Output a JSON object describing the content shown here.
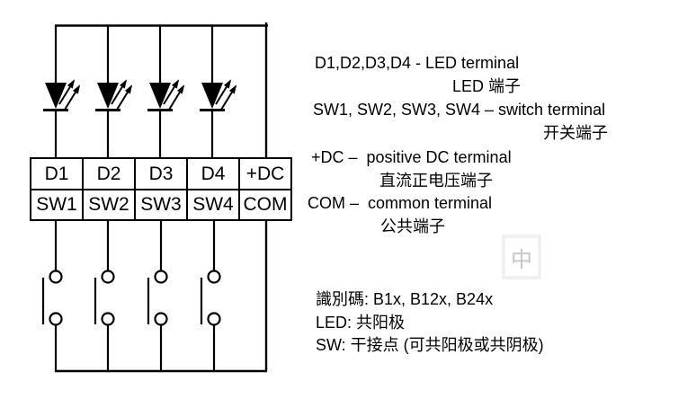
{
  "terminals": {
    "row1": [
      "D1",
      "D2",
      "D3",
      "D4",
      "+DC"
    ],
    "row2": [
      "SW1",
      "SW2",
      "SW3",
      "SW4",
      "COM"
    ]
  },
  "legend": {
    "led_line_en": "D1,D2,D3,D4 - LED terminal",
    "led_line_zh": "LED 端子",
    "sw_line_en": "SW1, SW2, SW3, SW4 – switch terminal",
    "sw_line_zh": "开关端子",
    "dc_line_en": "+DC –  positive DC terminal",
    "dc_line_zh": "直流正电压端子",
    "com_line_en": "COM –  common terminal",
    "com_line_zh": "公共端子"
  },
  "notes": {
    "id_line": "識別碼: B1x, B12x, B24x",
    "led_note": "LED: 共阳极",
    "sw_note": "SW: 干接点 (可共阳极或共阴极)"
  },
  "ime_badge": {
    "char": "中"
  },
  "diagram_symbols": {
    "led_symbol": "diode-triangle-with-two-emission-arrows",
    "switch_symbol": "normally-open-pushbutton-two-contacts",
    "led_count": 4,
    "switch_count": 4
  },
  "colors": {
    "line": "#000000",
    "text": "#000000",
    "ime_border": "#f1f1f1",
    "ime_text": "#c6c6c6"
  }
}
